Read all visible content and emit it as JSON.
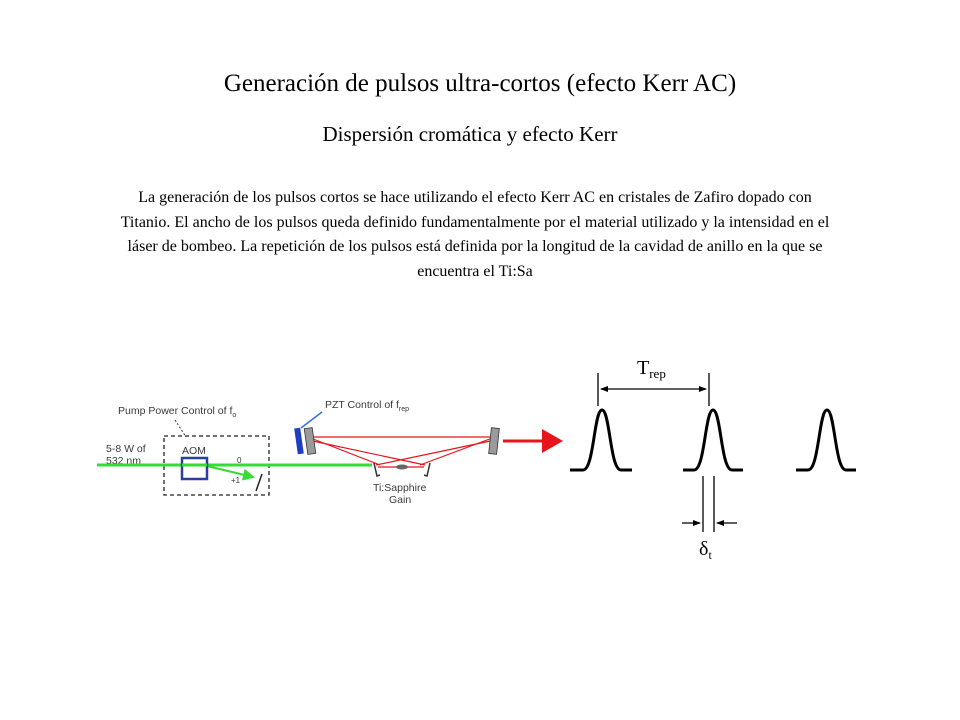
{
  "title": "Generación de pulsos ultra-cortos (efecto Kerr AC)",
  "subtitle": "Dispersión cromática y efecto Kerr",
  "paragraph": "La generación de los pulsos cortos se hace utilizando el efecto Kerr AC en cristales de Zafiro dopado con Titanio. El ancho de los pulsos queda definido fundamentalmente por el material utilizado y la intensidad en el láser de bombeo. La repetición de los pulsos está definida por la longitud de la cavidad de anillo en la que se encuentra el Ti:Sa",
  "laser": {
    "pump_control": "Pump Power Control of f",
    "pump_control_sub": "o",
    "input_line1": "5-8 W of",
    "input_line2": "532 nm",
    "aom": "AOM",
    "order_zero": "0",
    "order_plus1": "+1",
    "pzt_control": "PZT Control of f",
    "pzt_control_sub": "rep",
    "crystal_line1": "Ti:Sapphire",
    "crystal_line2": "Gain"
  },
  "pulses": {
    "trep_main": "T",
    "trep_sub": "rep",
    "delta_main": "δ",
    "delta_sub": "t"
  },
  "colors": {
    "pump_beam": "#33dd33",
    "cavity_beam": "#e8141c",
    "aom_box": "#2a3f9e",
    "mirror": "#9a9a9a",
    "pzt": "#1f3ec0"
  }
}
